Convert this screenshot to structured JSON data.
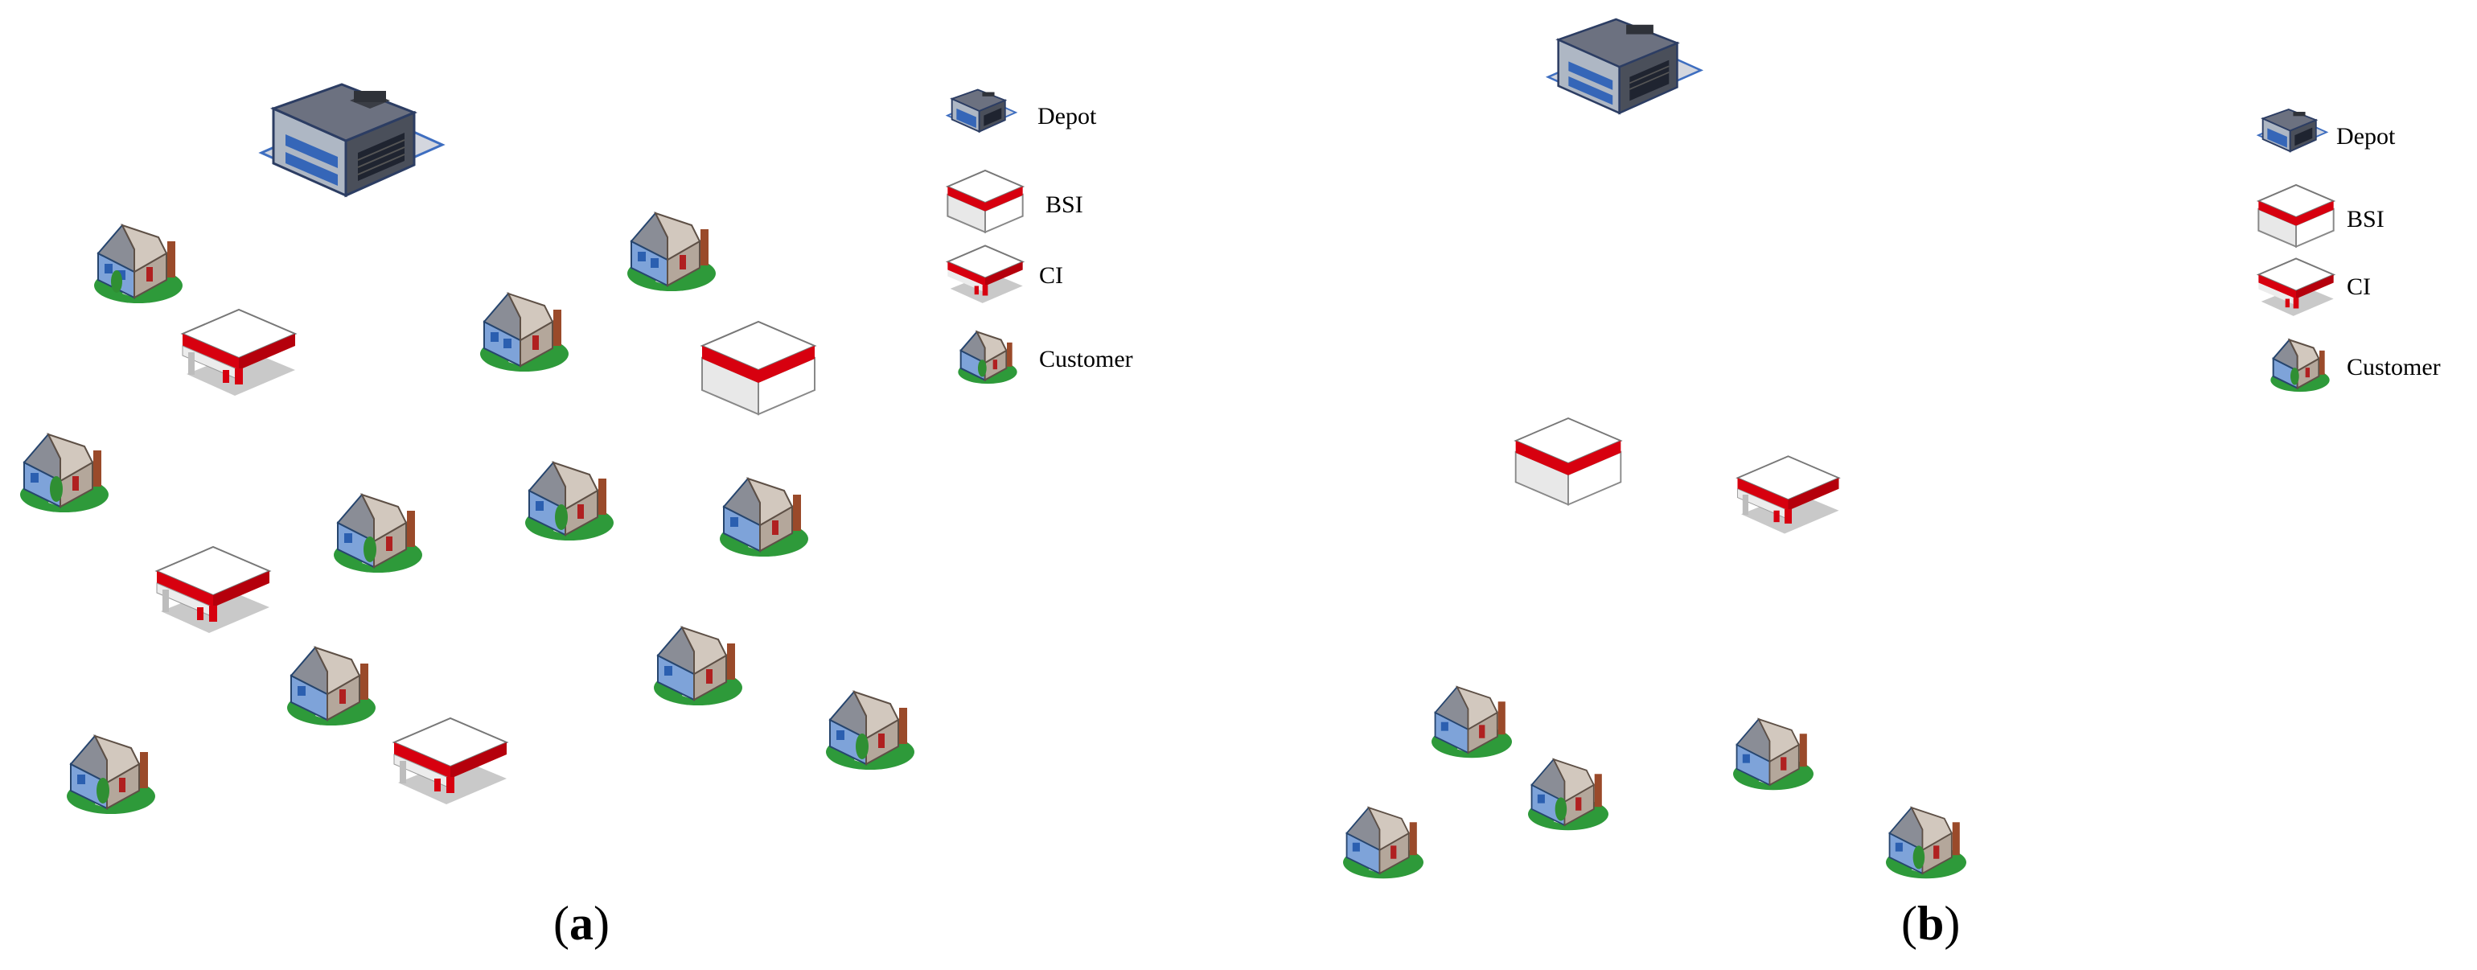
{
  "panels": [
    {
      "id": "a",
      "label_open": "(",
      "label_letter": "a",
      "label_close": ")",
      "legend": [
        "Depot",
        "BSI",
        "CI",
        "Customer"
      ]
    },
    {
      "id": "b",
      "label_open": "(",
      "label_letter": "b",
      "label_close": ")",
      "legend": [
        "Depot",
        "BSI",
        "CI",
        "Customer"
      ]
    }
  ],
  "icons": {
    "depot": "warehouse-building-icon",
    "bsi": "battery-swapping-station-icon",
    "ci": "charging-station-icon",
    "customer": "house-icon"
  },
  "colors": {
    "station_stripe": "#d7000f",
    "roof": "#ffffff",
    "lawn": "#2e9a3a",
    "house_wall": "#b4a79b",
    "building_blue": "#3f6fbf"
  }
}
